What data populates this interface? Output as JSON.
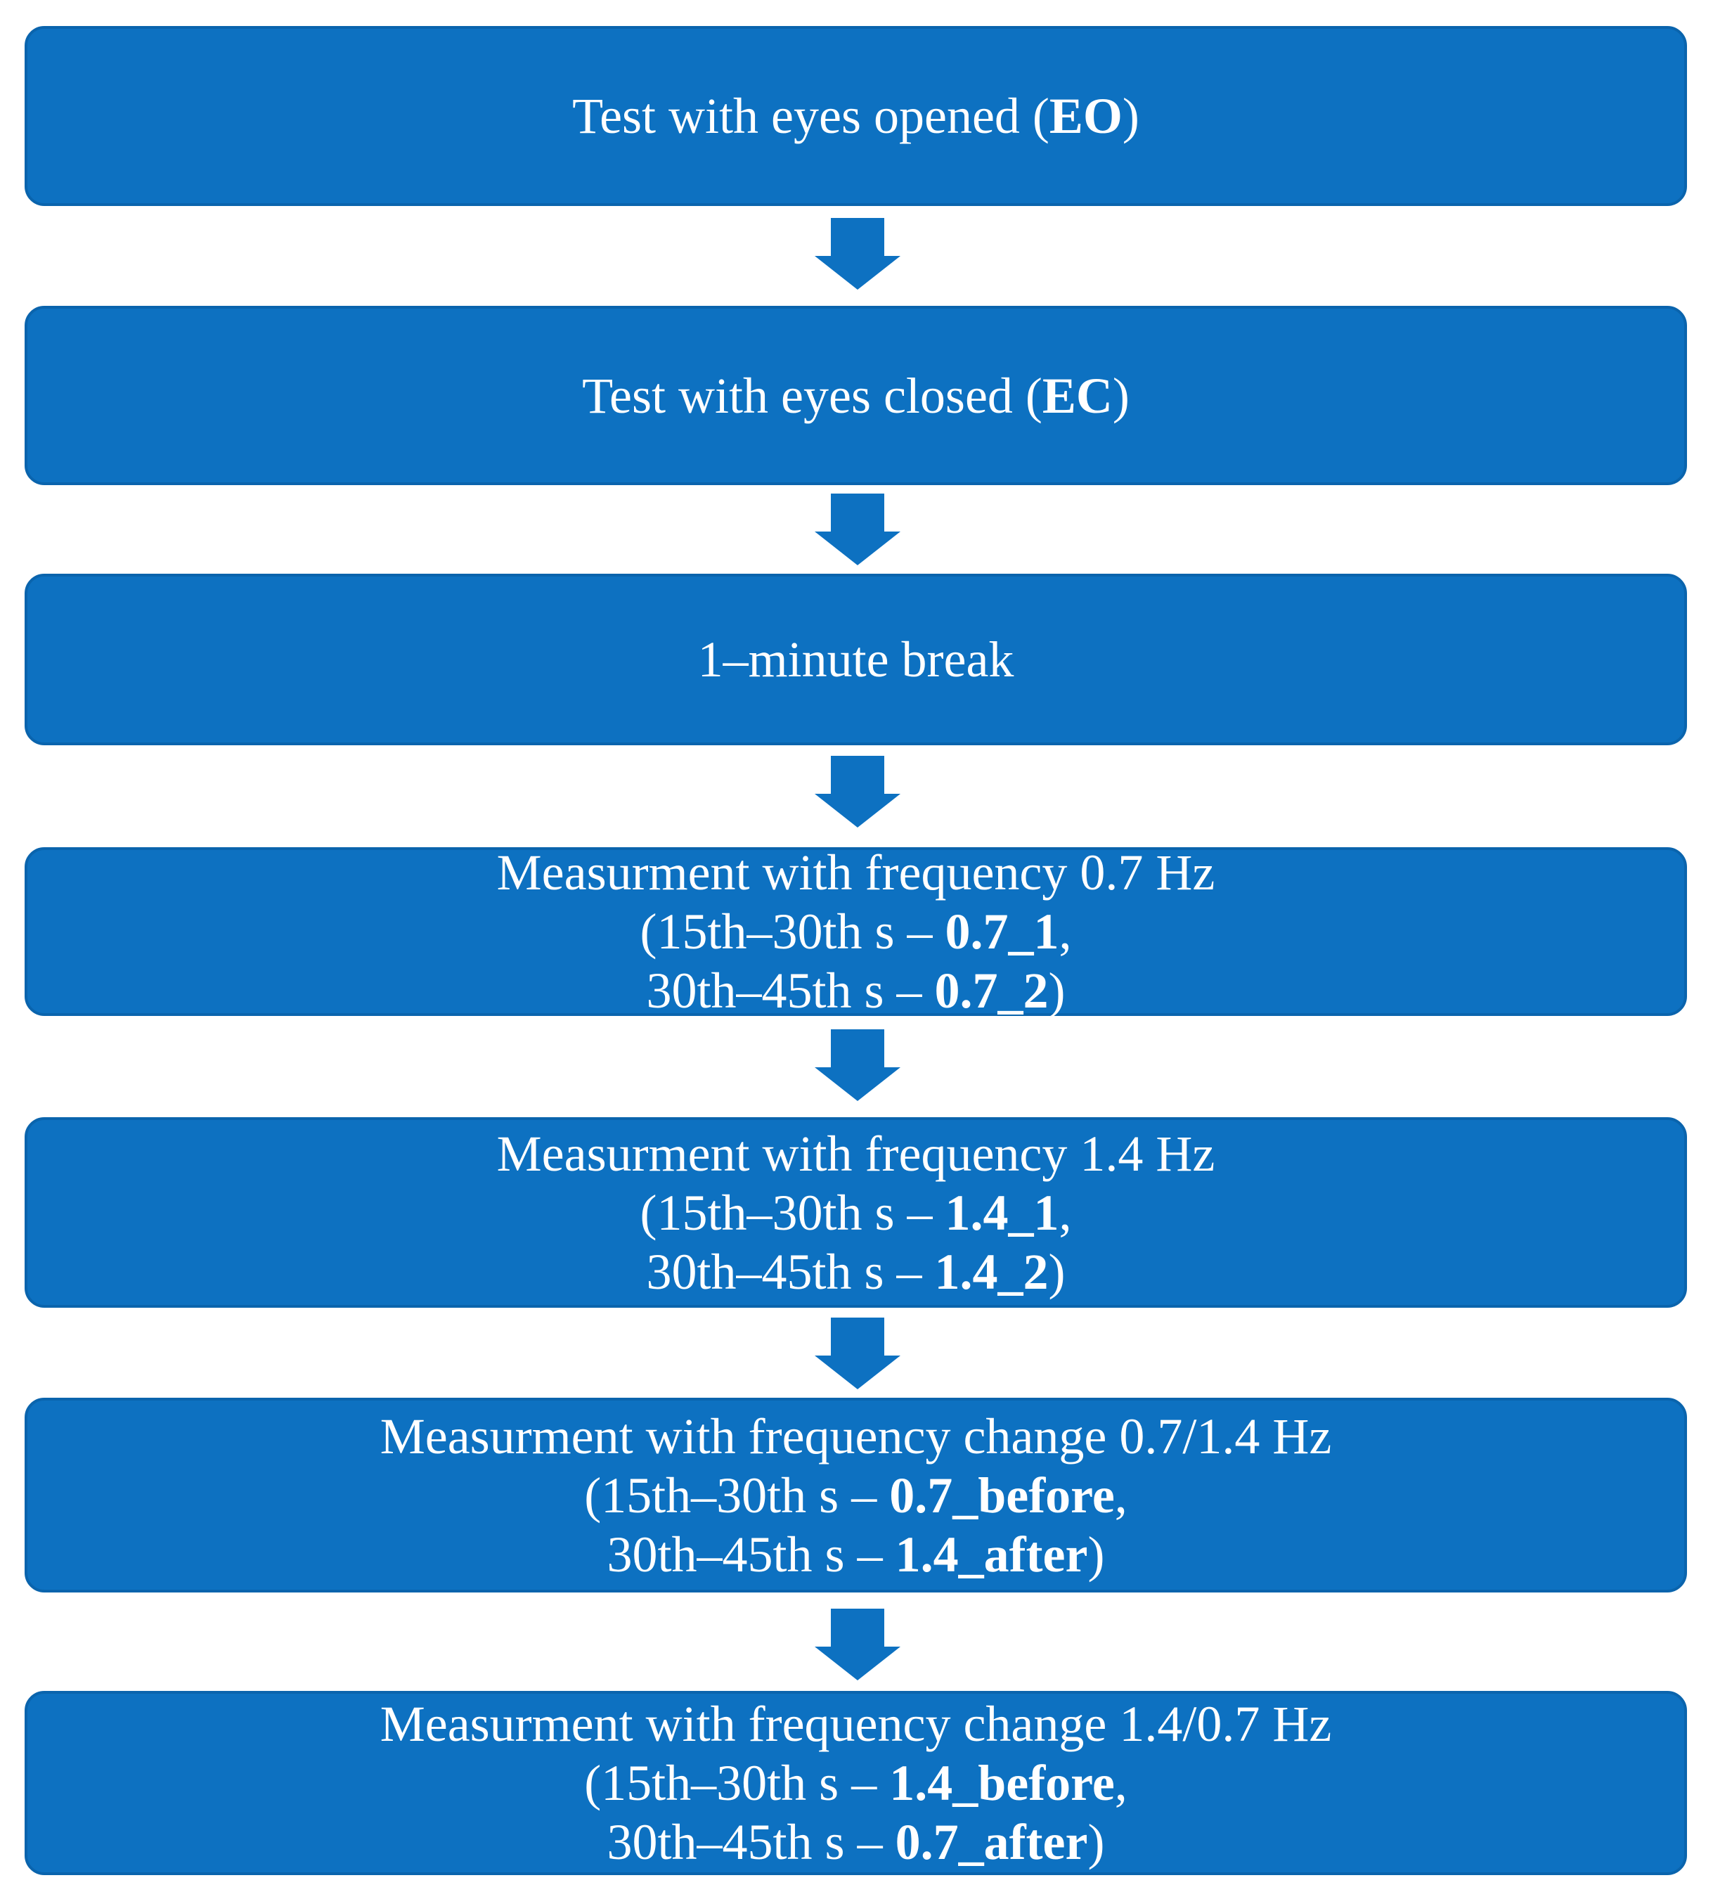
{
  "colors": {
    "box_fill": "#0d71c1",
    "box_border": "#0a64ad",
    "arrow": "#0d71c1",
    "text": "#ffffff",
    "background": "#ffffff"
  },
  "arrow_icon": "down-arrow",
  "steps": [
    {
      "name": "test-eyes-opened",
      "lines": [
        [
          {
            "t": "Test with eyes opened ("
          },
          {
            "t": "EO",
            "b": true
          },
          {
            "t": ")"
          }
        ]
      ]
    },
    {
      "name": "test-eyes-closed",
      "lines": [
        [
          {
            "t": "Test with eyes closed ("
          },
          {
            "t": "EC",
            "b": true
          },
          {
            "t": ")"
          }
        ]
      ]
    },
    {
      "name": "one-minute-break",
      "lines": [
        [
          {
            "t": "1–minute break"
          }
        ]
      ]
    },
    {
      "name": "measurement-frequency-0-7-hz",
      "lines": [
        [
          {
            "t": "Measurment with frequency 0.7 Hz"
          }
        ],
        [
          {
            "t": "(15th–30th s – "
          },
          {
            "t": "0.7_1",
            "b": true
          },
          {
            "t": ","
          }
        ],
        [
          {
            "t": "30th–45th s – "
          },
          {
            "t": "0.7_2",
            "b": true
          },
          {
            "t": ")"
          }
        ]
      ]
    },
    {
      "name": "measurement-frequency-1-4-hz",
      "lines": [
        [
          {
            "t": "Measurment with frequency 1.4 Hz"
          }
        ],
        [
          {
            "t": "(15th–30th s – "
          },
          {
            "t": "1.4_1",
            "b": true
          },
          {
            "t": ","
          }
        ],
        [
          {
            "t": "30th–45th s – "
          },
          {
            "t": "1.4_2",
            "b": true
          },
          {
            "t": ")"
          }
        ]
      ]
    },
    {
      "name": "measurement-frequency-change-0-7-1-4-hz",
      "lines": [
        [
          {
            "t": "Measurment with frequency change 0.7/1.4 Hz"
          }
        ],
        [
          {
            "t": "(15th–30th s – "
          },
          {
            "t": "0.7_before",
            "b": true
          },
          {
            "t": ","
          }
        ],
        [
          {
            "t": "30th–45th s – "
          },
          {
            "t": "1.4_after",
            "b": true
          },
          {
            "t": ")"
          }
        ]
      ]
    },
    {
      "name": "measurement-frequency-change-1-4-0-7-hz",
      "lines": [
        [
          {
            "t": "Measurment with frequency change 1.4/0.7 Hz"
          }
        ],
        [
          {
            "t": "(15th–30th s – "
          },
          {
            "t": "1.4_before",
            "b": true
          },
          {
            "t": ","
          }
        ],
        [
          {
            "t": "30th–45th s – "
          },
          {
            "t": "0.7_after",
            "b": true
          },
          {
            "t": ")"
          }
        ]
      ]
    }
  ]
}
